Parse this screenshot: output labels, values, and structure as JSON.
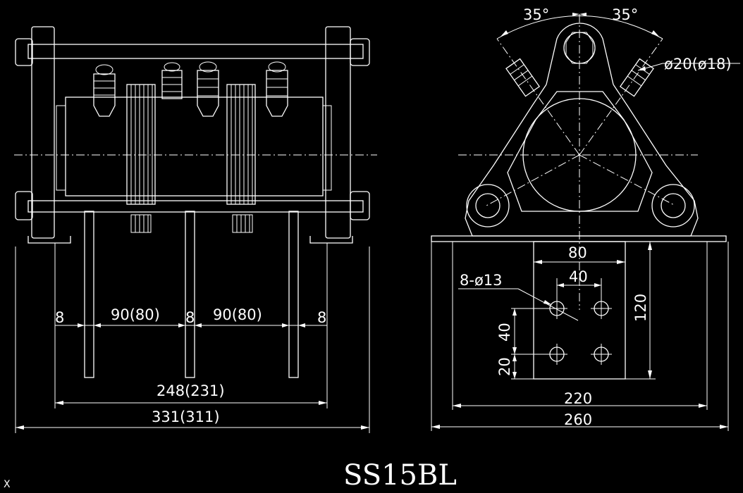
{
  "title": "SS15BL",
  "corner_mark": "X",
  "front_view": {
    "dims": {
      "gap_left": "8",
      "span_left": "90(80)",
      "gap_mid": "8",
      "span_right": "90(80)",
      "gap_right": "8",
      "inner_width": "248(231)",
      "overall_width": "331(311)"
    }
  },
  "side_view": {
    "dims": {
      "angle_left": "35°",
      "angle_right": "35°",
      "pin_diameter": "ø20(ø18)",
      "plate_width": "80",
      "hole_spacing_x": "40",
      "hole_callout": "8-ø13",
      "hole_spacing_y": "40",
      "edge_offset": "20",
      "plate_height": "120",
      "base_inner": "220",
      "base_overall": "260"
    }
  }
}
